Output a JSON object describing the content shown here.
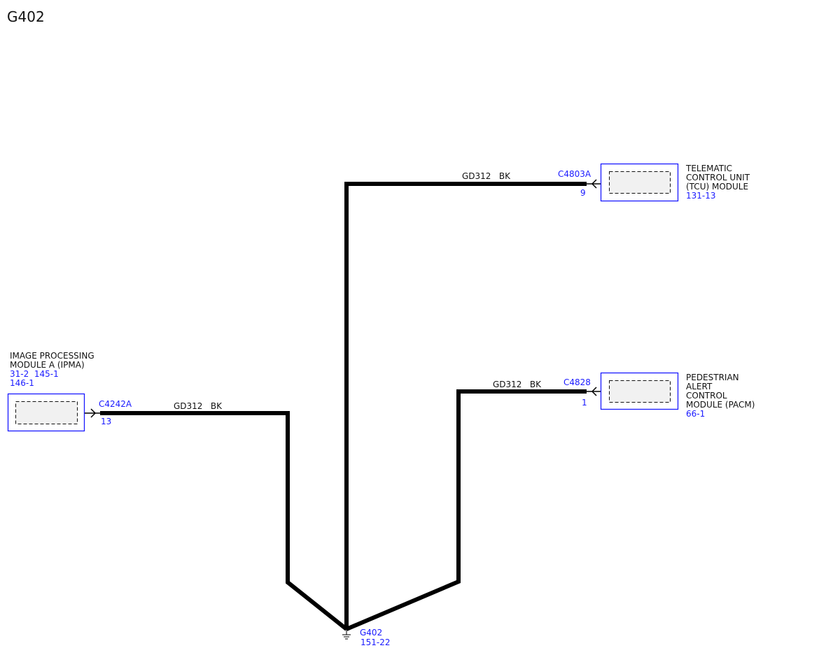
{
  "diagram": {
    "title": "G402",
    "colors": {
      "reference": "#1a1aff",
      "wire": "#000000",
      "box_border": "#1a1aff"
    },
    "ground": {
      "name": "G402",
      "ref": "151-22",
      "icon": "ground-symbol-icon"
    },
    "modules": {
      "ipma": {
        "name_lines": [
          "IMAGE PROCESSING",
          "MODULE A (IPMA)"
        ],
        "ref_lines": [
          "31-2  145-1",
          "146-1"
        ],
        "connector": "C4242A",
        "pin": "13",
        "wire_label": "GD312   BK"
      },
      "tcu": {
        "name_lines": [
          "TELEMATIC",
          "CONTROL UNIT",
          "(TCU) MODULE"
        ],
        "ref_lines": [
          "131-13"
        ],
        "connector": "C4803A",
        "pin": "9",
        "wire_label": "GD312   BK"
      },
      "pacm": {
        "name_lines": [
          "PEDESTRIAN",
          "ALERT",
          "CONTROL",
          "MODULE (PACM)"
        ],
        "ref_lines": [
          "66-1"
        ],
        "connector": "C4828",
        "pin": "1",
        "wire_label": "GD312   BK"
      }
    }
  }
}
